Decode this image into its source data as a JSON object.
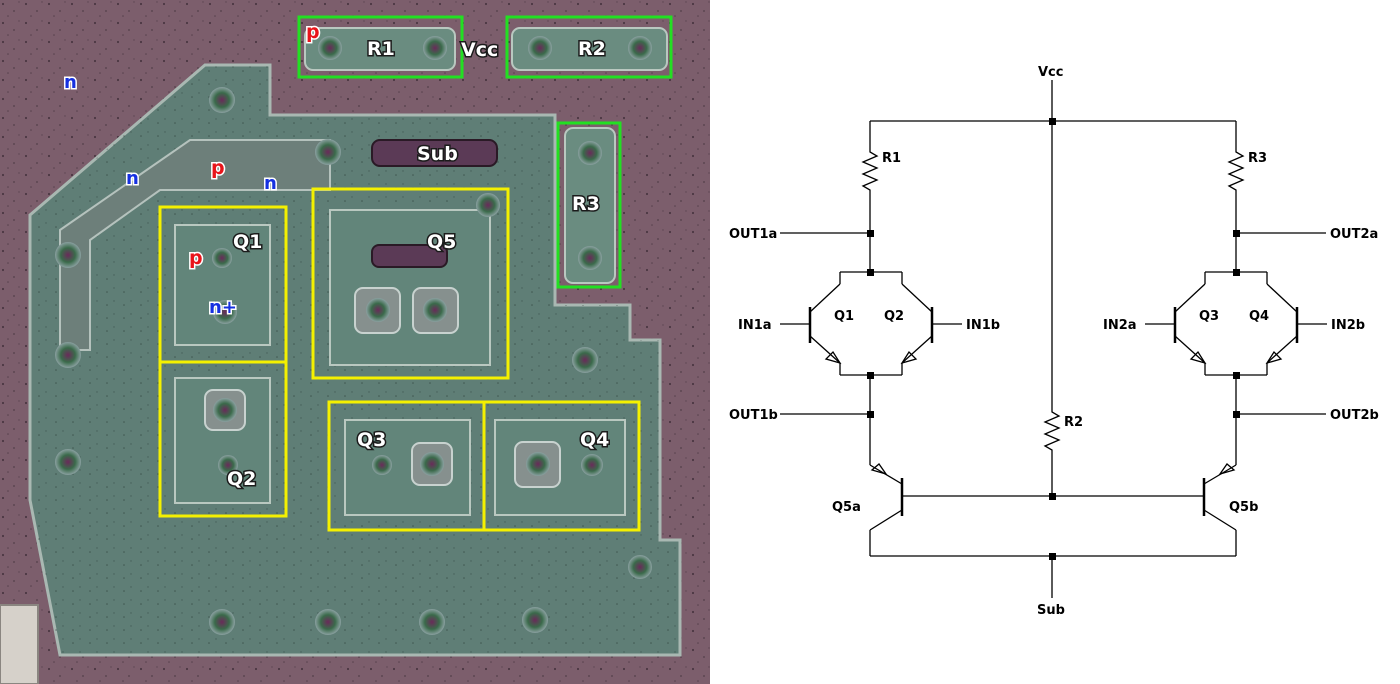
{
  "die_photo": {
    "component_boxes": [
      {
        "name": "R1",
        "kind": "resistor"
      },
      {
        "name": "R2",
        "kind": "resistor"
      },
      {
        "name": "R3",
        "kind": "resistor"
      },
      {
        "name": "Q1",
        "kind": "transistor"
      },
      {
        "name": "Q2",
        "kind": "transistor"
      },
      {
        "name": "Q5",
        "kind": "transistor"
      },
      {
        "name": "Q3",
        "kind": "transistor"
      },
      {
        "name": "Q4",
        "kind": "transistor"
      }
    ],
    "labels": {
      "R1": "R1",
      "R2": "R2",
      "R3": "R3",
      "Vcc": "Vcc",
      "Sub": "Sub",
      "Q1": "Q1",
      "Q2": "Q2",
      "Q3": "Q3",
      "Q4": "Q4",
      "Q5": "Q5",
      "p": "p",
      "n": "n",
      "n_plus": "n+"
    },
    "colors": {
      "resistor_box": "#22e022",
      "transistor_box": "#f4f000",
      "p_region": "#e8141a",
      "n_region": "#1530e0"
    }
  },
  "schematic": {
    "labels": {
      "vcc": "Vcc",
      "sub": "Sub",
      "r1": "R1",
      "r2": "R2",
      "r3": "R3",
      "q1": "Q1",
      "q2": "Q2",
      "q3": "Q3",
      "q4": "Q4",
      "q5a": "Q5a",
      "q5b": "Q5b",
      "in1a": "IN1a",
      "in1b": "IN1b",
      "in2a": "IN2a",
      "in2b": "IN2b",
      "out1a": "OUT1a",
      "out1b": "OUT1b",
      "out2a": "OUT2a",
      "out2b": "OUT2b"
    }
  }
}
